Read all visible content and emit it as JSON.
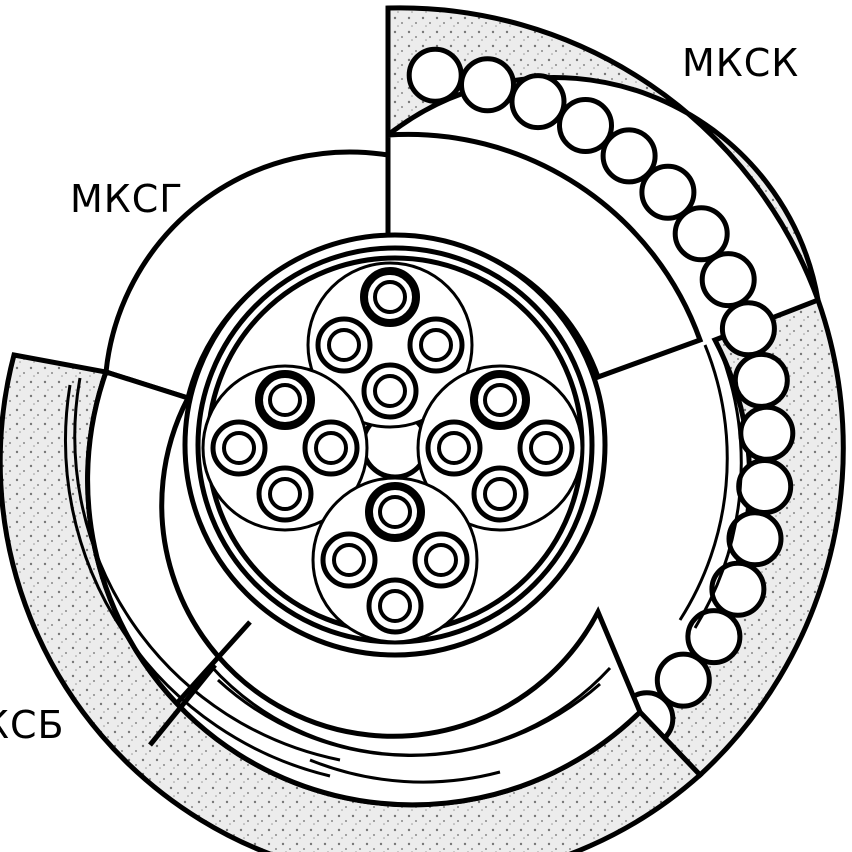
{
  "labels": {
    "mksg": "МКСГ",
    "mksk": "МКСК",
    "ksb": "КСБ"
  },
  "colors": {
    "ink": "#000000",
    "paper": "#ffffff",
    "armor_fill": "#e6e6e6"
  }
}
